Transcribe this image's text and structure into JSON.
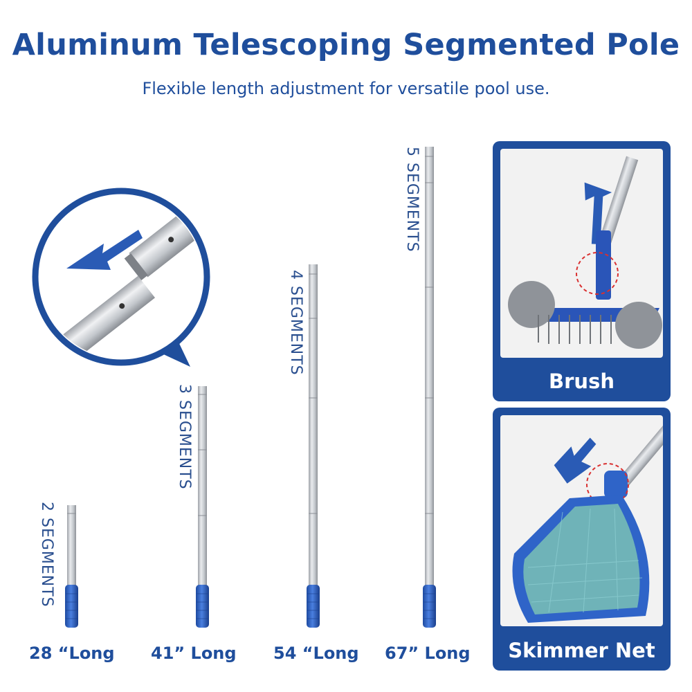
{
  "header": {
    "title": "Aluminum Telescoping Segmented Pole",
    "subtitle": "Flexible length adjustment for versatile pool use."
  },
  "poles": [
    {
      "segments_label": "2 SEGMENTS",
      "length_label": "28 “Long",
      "segments": 2,
      "length_in": 28
    },
    {
      "segments_label": "3 SEGMENTS",
      "length_label": "41”  Long",
      "segments": 3,
      "length_in": 41
    },
    {
      "segments_label": "4 SEGMENTS",
      "length_label": "54 “Long",
      "segments": 4,
      "length_in": 54
    },
    {
      "segments_label": "5 SEGMENTS",
      "length_label": "67”  Long",
      "segments": 5,
      "length_in": 67
    }
  ],
  "attachments": [
    {
      "caption": "Brush",
      "icon": "brush-attachment-icon"
    },
    {
      "caption": "Skimmer Net",
      "icon": "skimmer-net-icon"
    }
  ],
  "detail": {
    "icon": "pole-connection-detail-icon"
  },
  "colors": {
    "brand_blue": "#1f4e9c",
    "grip_blue": "#2f64c8",
    "aluminum": "#c9ccd0",
    "card_bg": "#f2f2f2",
    "text_blue": "#2a4f8f"
  }
}
